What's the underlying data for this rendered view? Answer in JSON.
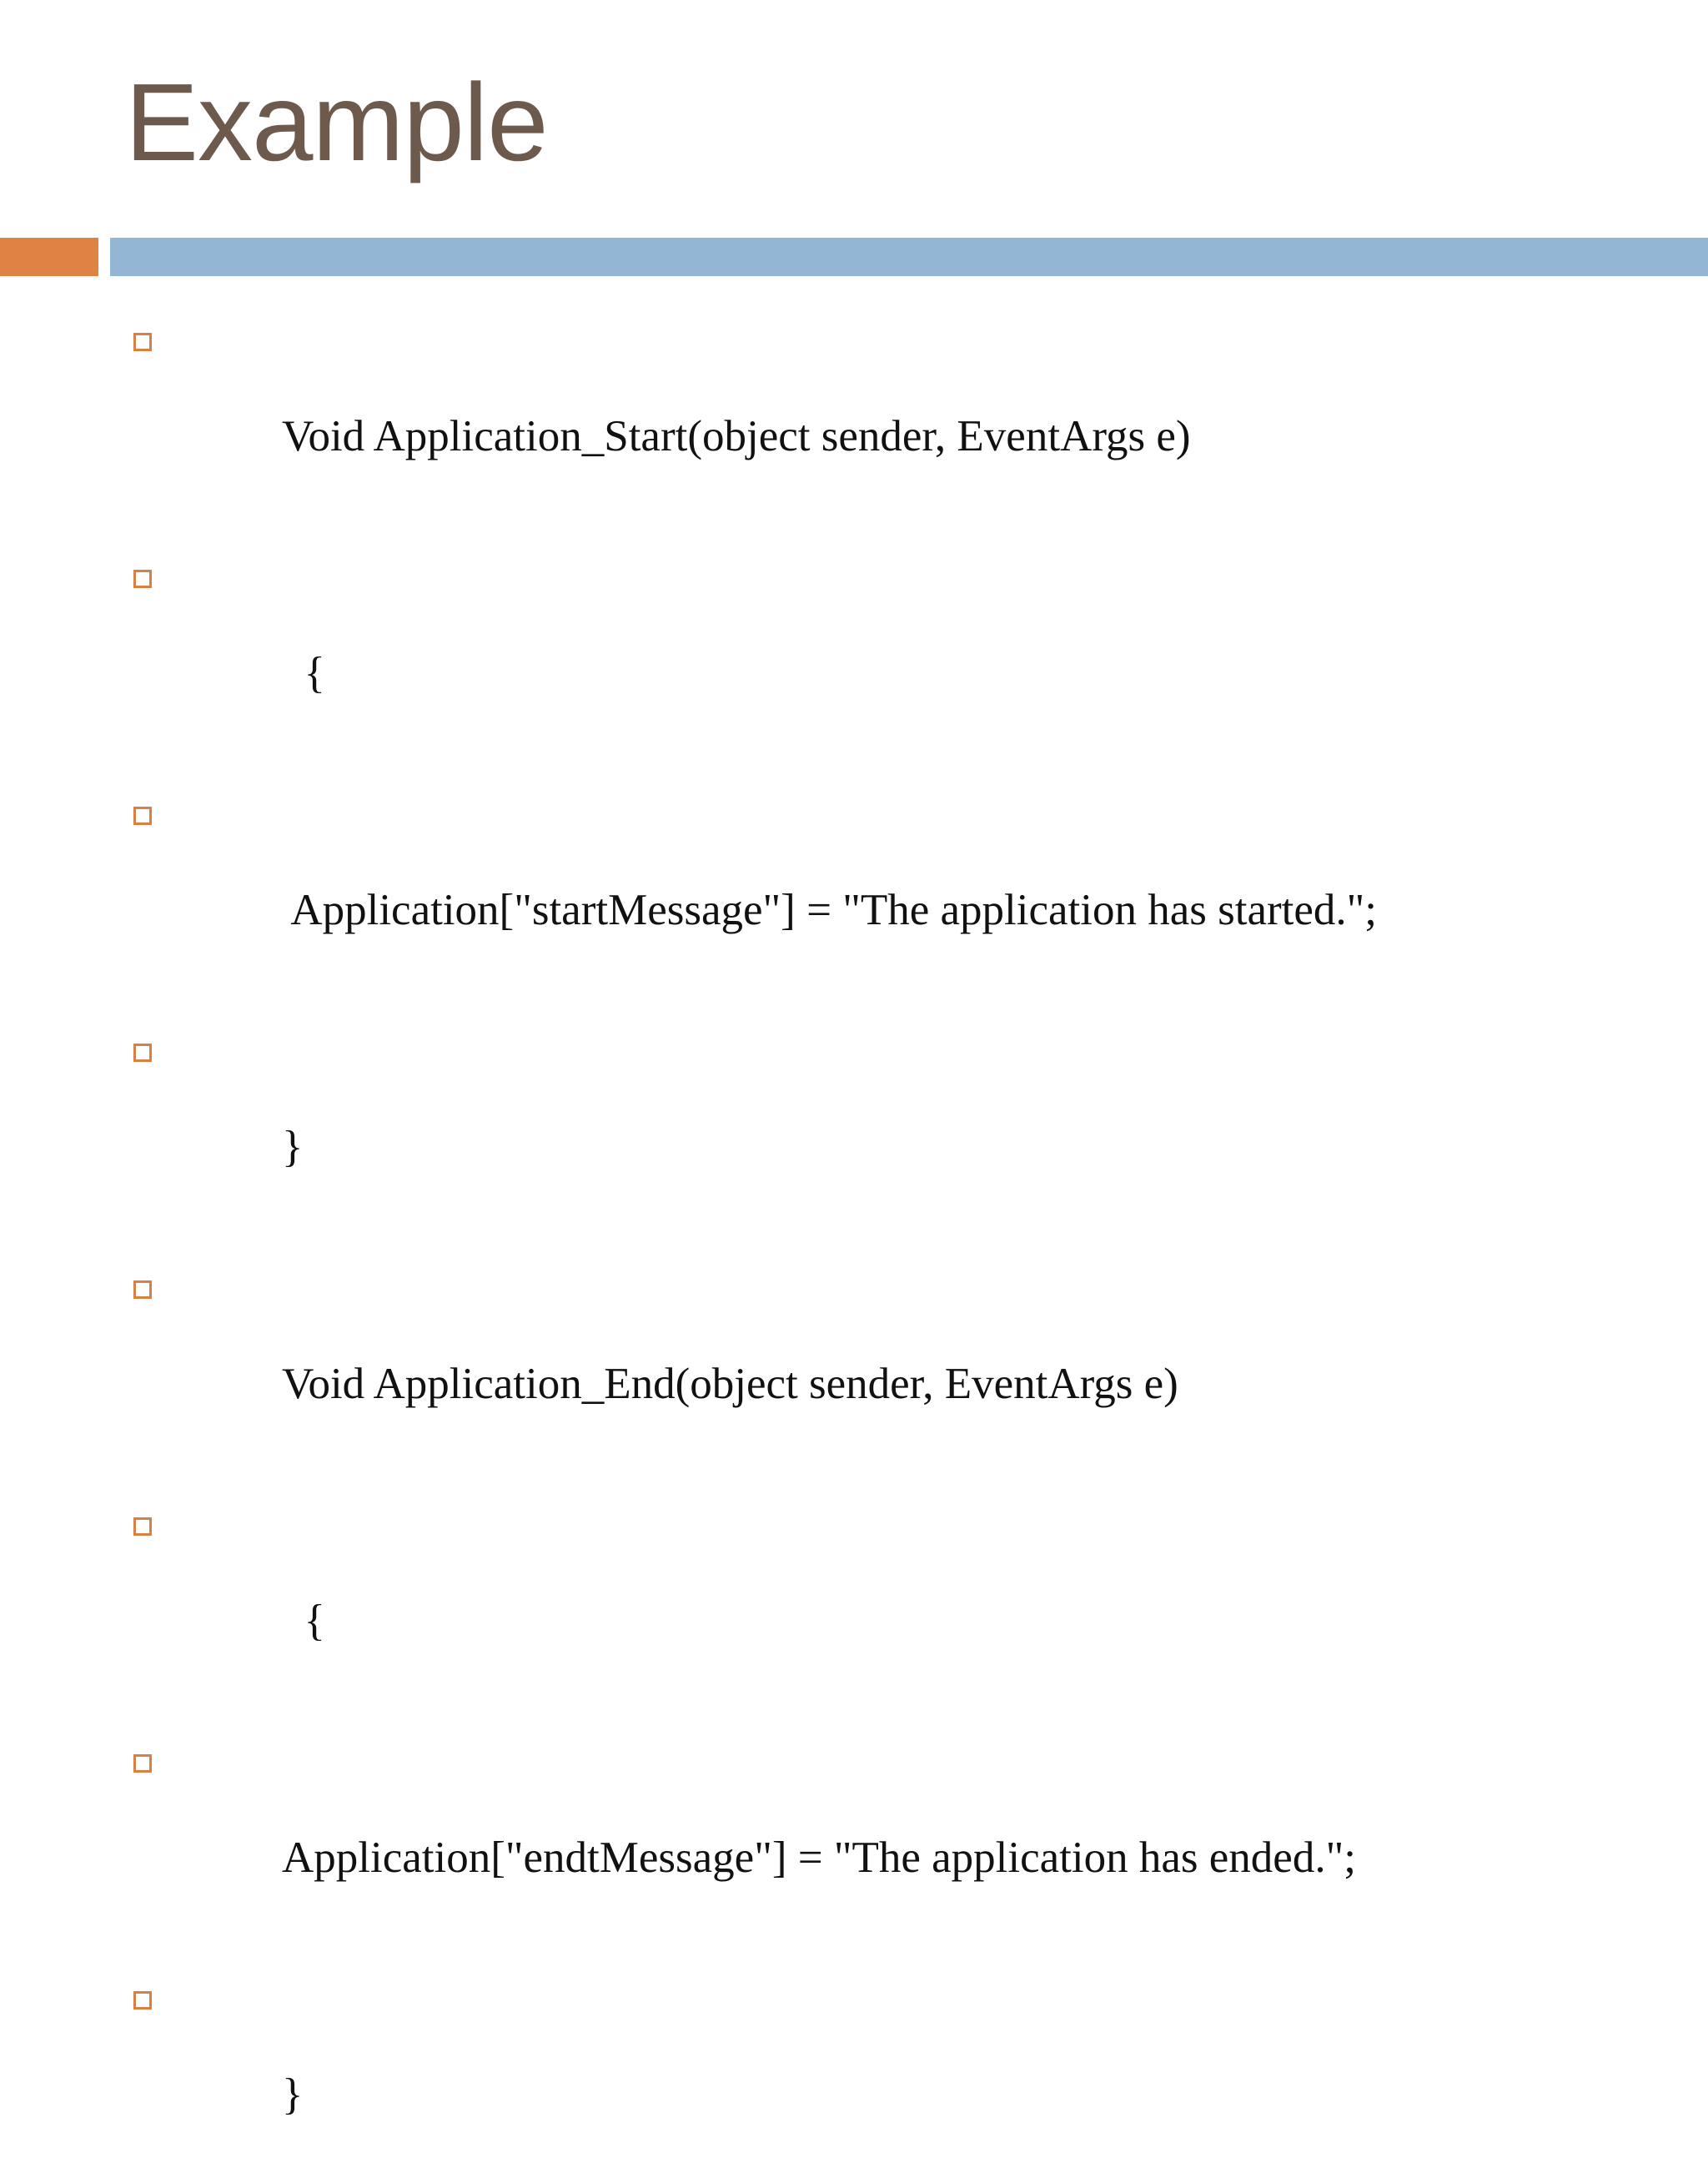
{
  "slide": {
    "title": "Example",
    "title_color": "#6E594D",
    "background_color": "#FFFFFF"
  },
  "divider": {
    "accent_color": "#DF8244",
    "main_color": "#92B6D3"
  },
  "bullets": {
    "marker_icon": "hollow-square-bullet-icon",
    "marker_color": "#D98043",
    "items": [
      {
        "text": "Void Application_Start(object sender, EventArgs e)"
      },
      {
        "text": "  {"
      },
      {
        "text": " Application[\"startMessage\"] = \"The application has started.\";"
      },
      {
        "text": "}"
      },
      {
        "text": "Void Application_End(object sender, EventArgs e)"
      },
      {
        "text": "  {"
      },
      {
        "text": "Application[\"endtMessage\"] = \"The application has ended.\";"
      },
      {
        "text": "}"
      }
    ]
  }
}
